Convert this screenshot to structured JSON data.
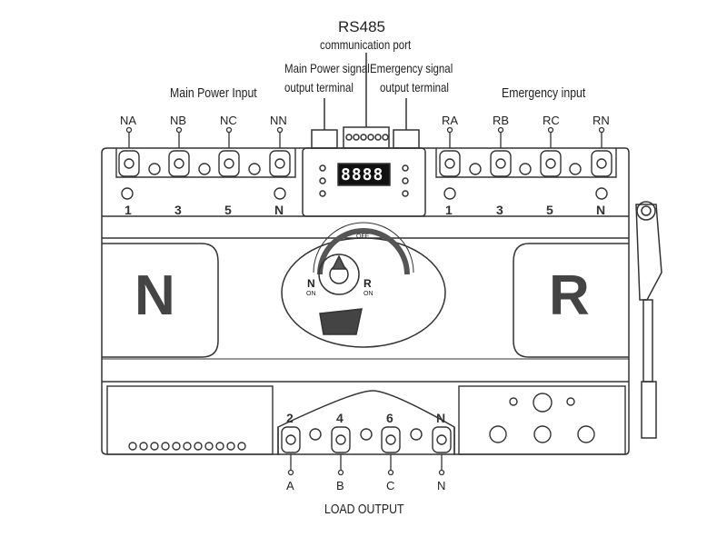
{
  "header": {
    "rs485_title": "RS485",
    "rs485_sub": "communication port",
    "main_signal_line1": "Main Power signal",
    "main_signal_line2": "output terminal",
    "emergency_signal_line1": "Emergency signal",
    "emergency_signal_line2": "output terminal",
    "main_power_input": "Main Power Input",
    "emergency_input": "Emergency input"
  },
  "top_terminals": {
    "main": [
      "NA",
      "NB",
      "NC",
      "NN"
    ],
    "emergency": [
      "RA",
      "RB",
      "RC",
      "RN"
    ]
  },
  "terminal_numbers": {
    "main": [
      "1",
      "3",
      "5",
      "N"
    ],
    "emergency": [
      "1",
      "3",
      "5",
      "N"
    ]
  },
  "display": {
    "value": "8888"
  },
  "selector": {
    "off": "OFF",
    "left_letter": "N",
    "left_state": "ON",
    "right_letter": "R",
    "right_state": "ON"
  },
  "side_panels": {
    "left": "N",
    "right": "R"
  },
  "load": {
    "numbers": [
      "2",
      "4",
      "6",
      "N"
    ],
    "labels": [
      "A",
      "B",
      "C",
      "N"
    ],
    "title": "LOAD OUTPUT"
  }
}
